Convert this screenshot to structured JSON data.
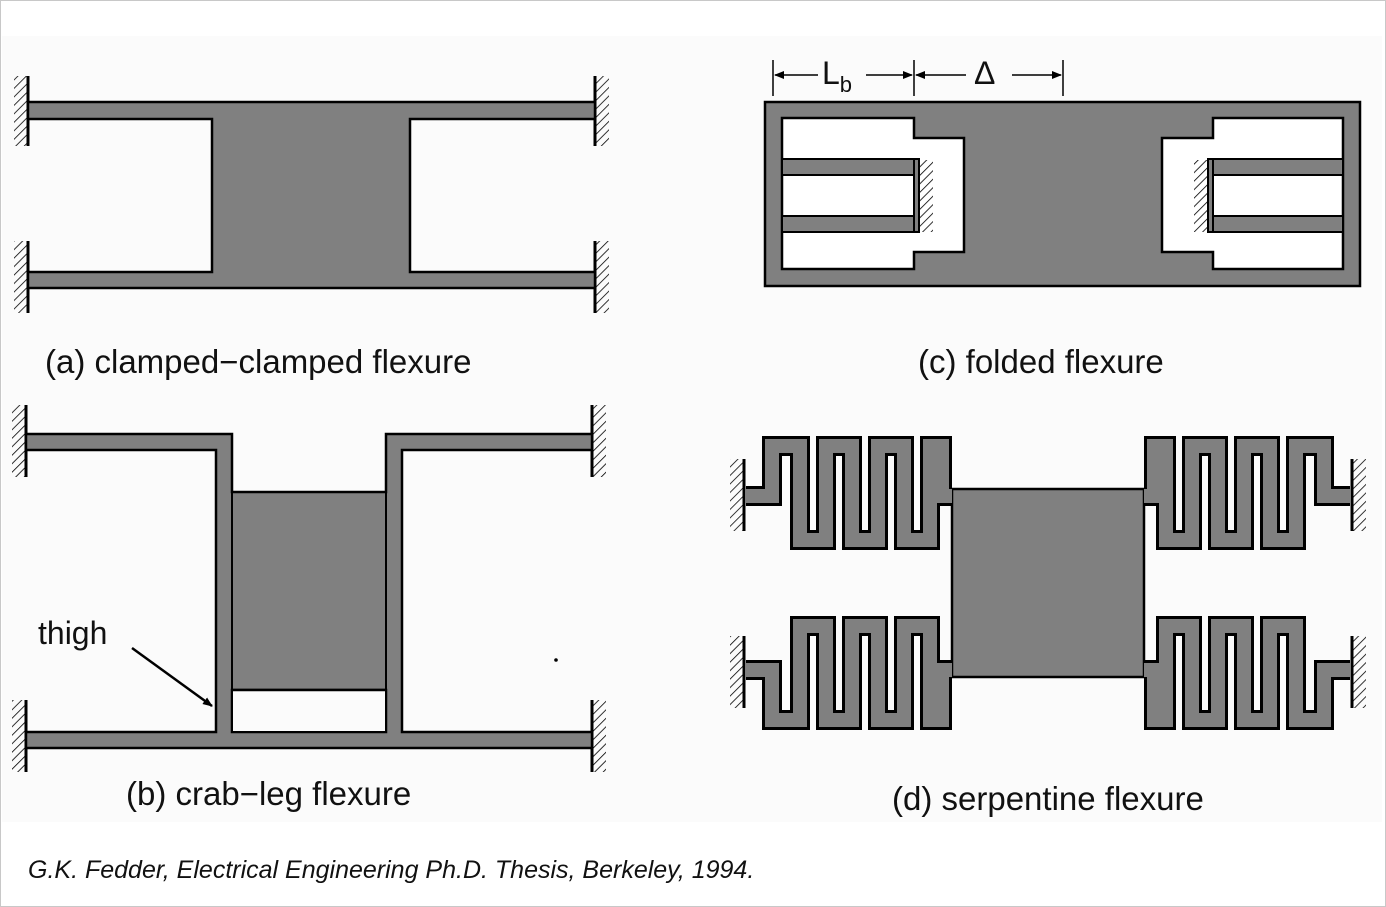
{
  "captions": {
    "a": "(a) clamped−clamped flexure",
    "b": "(b) crab−leg flexure",
    "c": "(c) folded flexure",
    "d": "(d) serpentine flexure"
  },
  "annotations": {
    "thigh": "thigh",
    "dim_lb_main": "L",
    "dim_lb_sub": "b",
    "dim_delta": "Δ"
  },
  "citation": "G.K. Fedder, Electrical Engineering Ph.D. Thesis, Berkeley, 1994.",
  "colors": {
    "fill": "#808080",
    "stroke": "#000000",
    "background": "#ffffff"
  }
}
